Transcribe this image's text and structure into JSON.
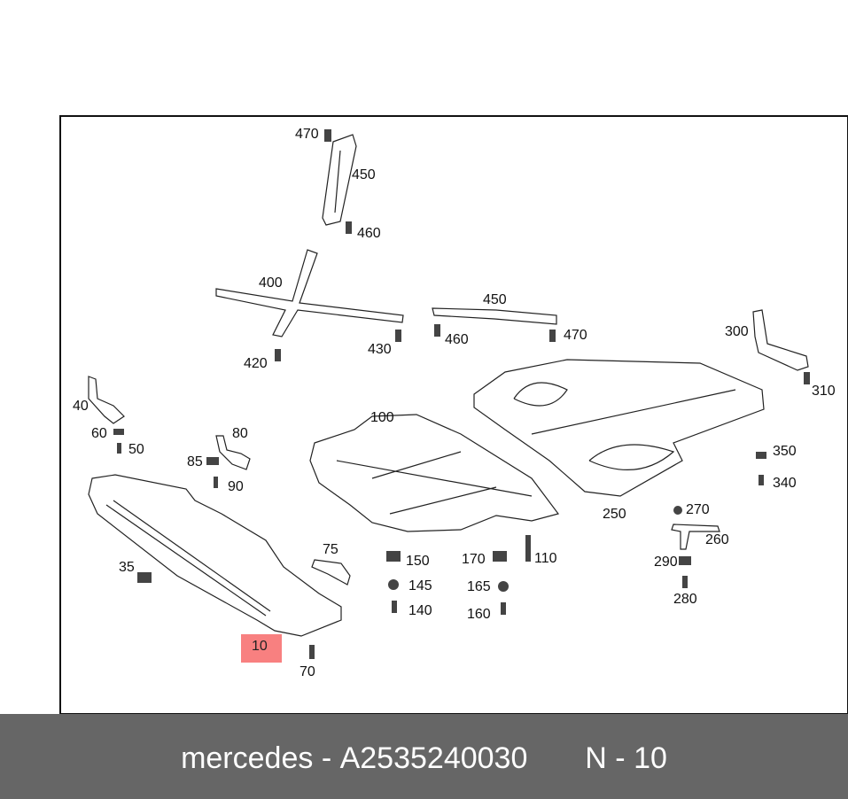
{
  "diagram": {
    "labels": [
      "470",
      "450",
      "460",
      "400",
      "450",
      "460",
      "470",
      "420",
      "430",
      "300",
      "310",
      "40",
      "100",
      "60",
      "80",
      "50",
      "350",
      "85",
      "90",
      "340",
      "250",
      "270",
      "260",
      "75",
      "150",
      "170",
      "110",
      "35",
      "290",
      "145",
      "165",
      "280",
      "140",
      "160",
      "70"
    ],
    "highlighted_label": "10",
    "highlight_color": "#f88080"
  },
  "footer": {
    "brand": "mercedes",
    "separator": "-",
    "part_number": "A2535240030",
    "position_prefix": "N",
    "position_number": "10"
  }
}
